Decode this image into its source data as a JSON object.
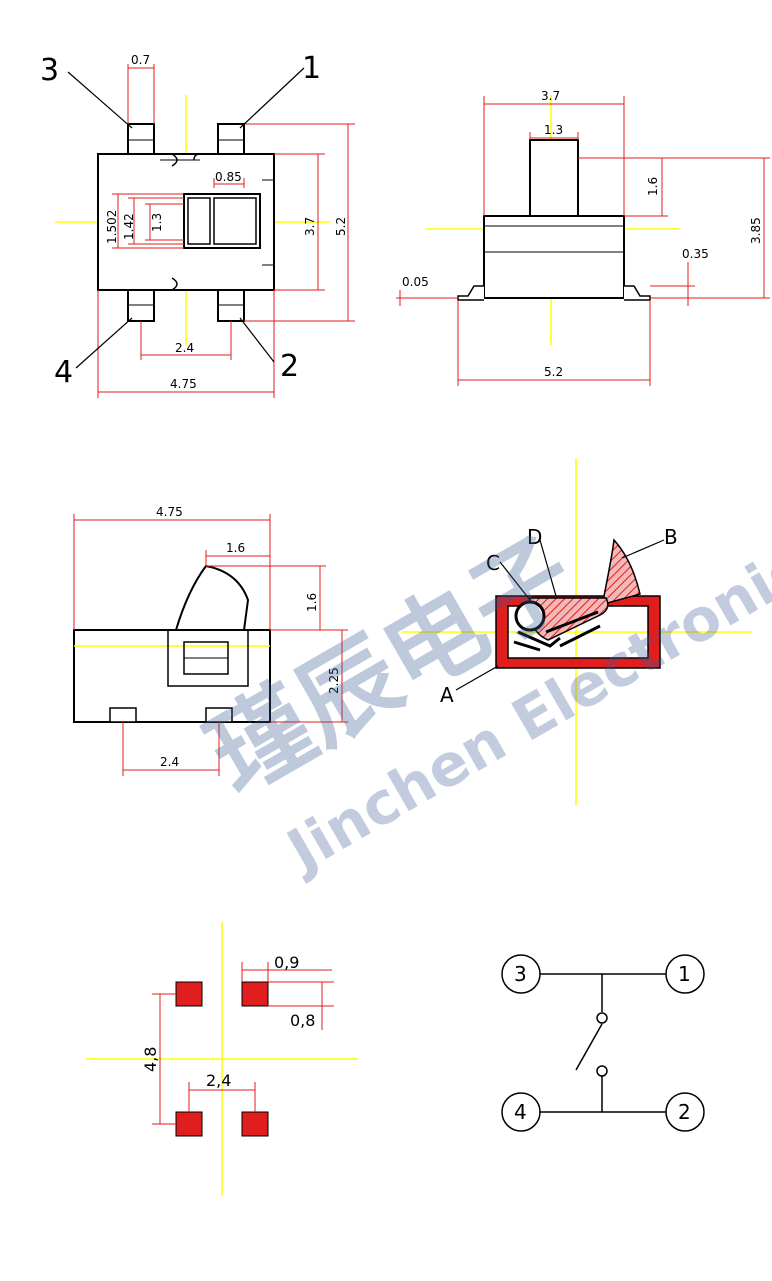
{
  "top_view": {
    "dims": {
      "pin_width": "0.7",
      "actuator_w": "0.85",
      "d1": "1.502",
      "d2": "1.42",
      "d3": "1.3",
      "body_h": "3.7",
      "total_h": "5.2",
      "pitch": "2.4",
      "body_w": "4.75"
    },
    "pins": {
      "p1": "1",
      "p2": "2",
      "p3": "3",
      "p4": "4"
    }
  },
  "front_view": {
    "dims": {
      "body_w": "3.7",
      "stem_w": "1.3",
      "stem_h": "1.6",
      "total_h": "3.85",
      "lead_t": "0.35",
      "gap": "0.05",
      "total_w": "5.2"
    }
  },
  "side_view": {
    "dims": {
      "body_w": "4.75",
      "lever_w": "1.6",
      "lever_h": "1.6",
      "body_h": "2.25",
      "pitch": "2.4"
    }
  },
  "section_view": {
    "labels": {
      "a": "A",
      "b": "B",
      "c": "C",
      "d": "D"
    }
  },
  "footprint": {
    "dims": {
      "pad_w": "0,9",
      "pad_h": "0,8",
      "v_pitch": "4,8",
      "h_pitch": "2,4"
    }
  },
  "schematic": {
    "nodes": {
      "n1": "1",
      "n2": "2",
      "n3": "3",
      "n4": "4"
    }
  },
  "watermark": {
    "cn": "瑾辰电子",
    "en": "Jinchen Electronic"
  },
  "colors": {
    "pad": "#e01e1e",
    "centerline": "#ffff00",
    "dimension": "#e01e1e",
    "hatch": "#e85a5a",
    "watermark": "#3c5a96"
  }
}
